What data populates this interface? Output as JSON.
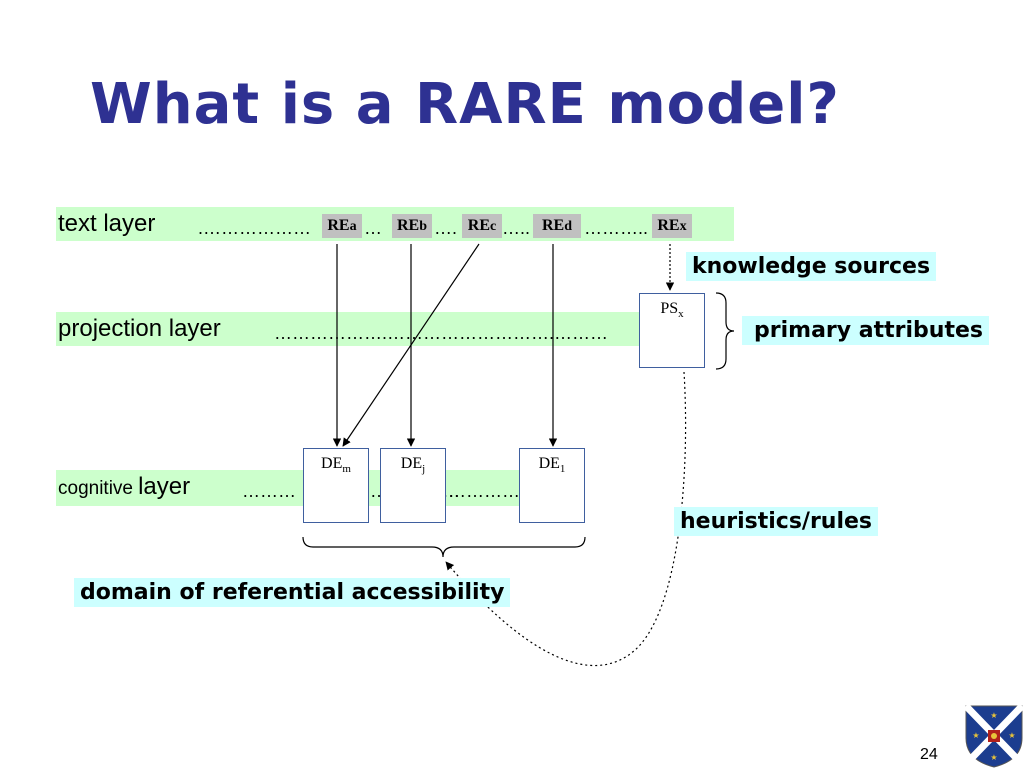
{
  "title": "What is a RARE model?",
  "layers": {
    "text": {
      "label": "text layer",
      "dots": ".………………"
    },
    "projection": {
      "label": "projection layer",
      "dots": "……………….……………………….………"
    },
    "cognitive": {
      "label_small": "cognitive",
      "label_large": "layer",
      "dots1": "………",
      "dots2": "……………",
      "dots3": "…………"
    }
  },
  "text_refs": [
    {
      "base": "RE",
      "sub": "a"
    },
    {
      "base": "RE",
      "sub": "b"
    },
    {
      "base": "RE",
      "sub": "c"
    },
    {
      "base": "RE",
      "sub": "d"
    },
    {
      "base": "RE",
      "sub": "x"
    }
  ],
  "text_sep": [
    "…",
    "….",
    "…..",
    "……….."
  ],
  "projection_box": {
    "base": "PS",
    "sub": "x"
  },
  "cognitive_boxes": [
    {
      "base": "DE",
      "sub": "m"
    },
    {
      "base": "DE",
      "sub": "j"
    },
    {
      "base": "DE",
      "sub": "1"
    }
  ],
  "callouts": {
    "knowledge_sources": "knowledge sources",
    "primary_attributes": "primary attributes",
    "heuristics_rules": "heuristics/rules",
    "domain": "domain of referential accessibility"
  },
  "slide_number": "24",
  "logo": "crest-logo",
  "colors": {
    "title": "#2e3192",
    "layer_band": "#ccffcc",
    "callout_bg": "#ccffff",
    "ref_bg": "#c0c0c0"
  }
}
